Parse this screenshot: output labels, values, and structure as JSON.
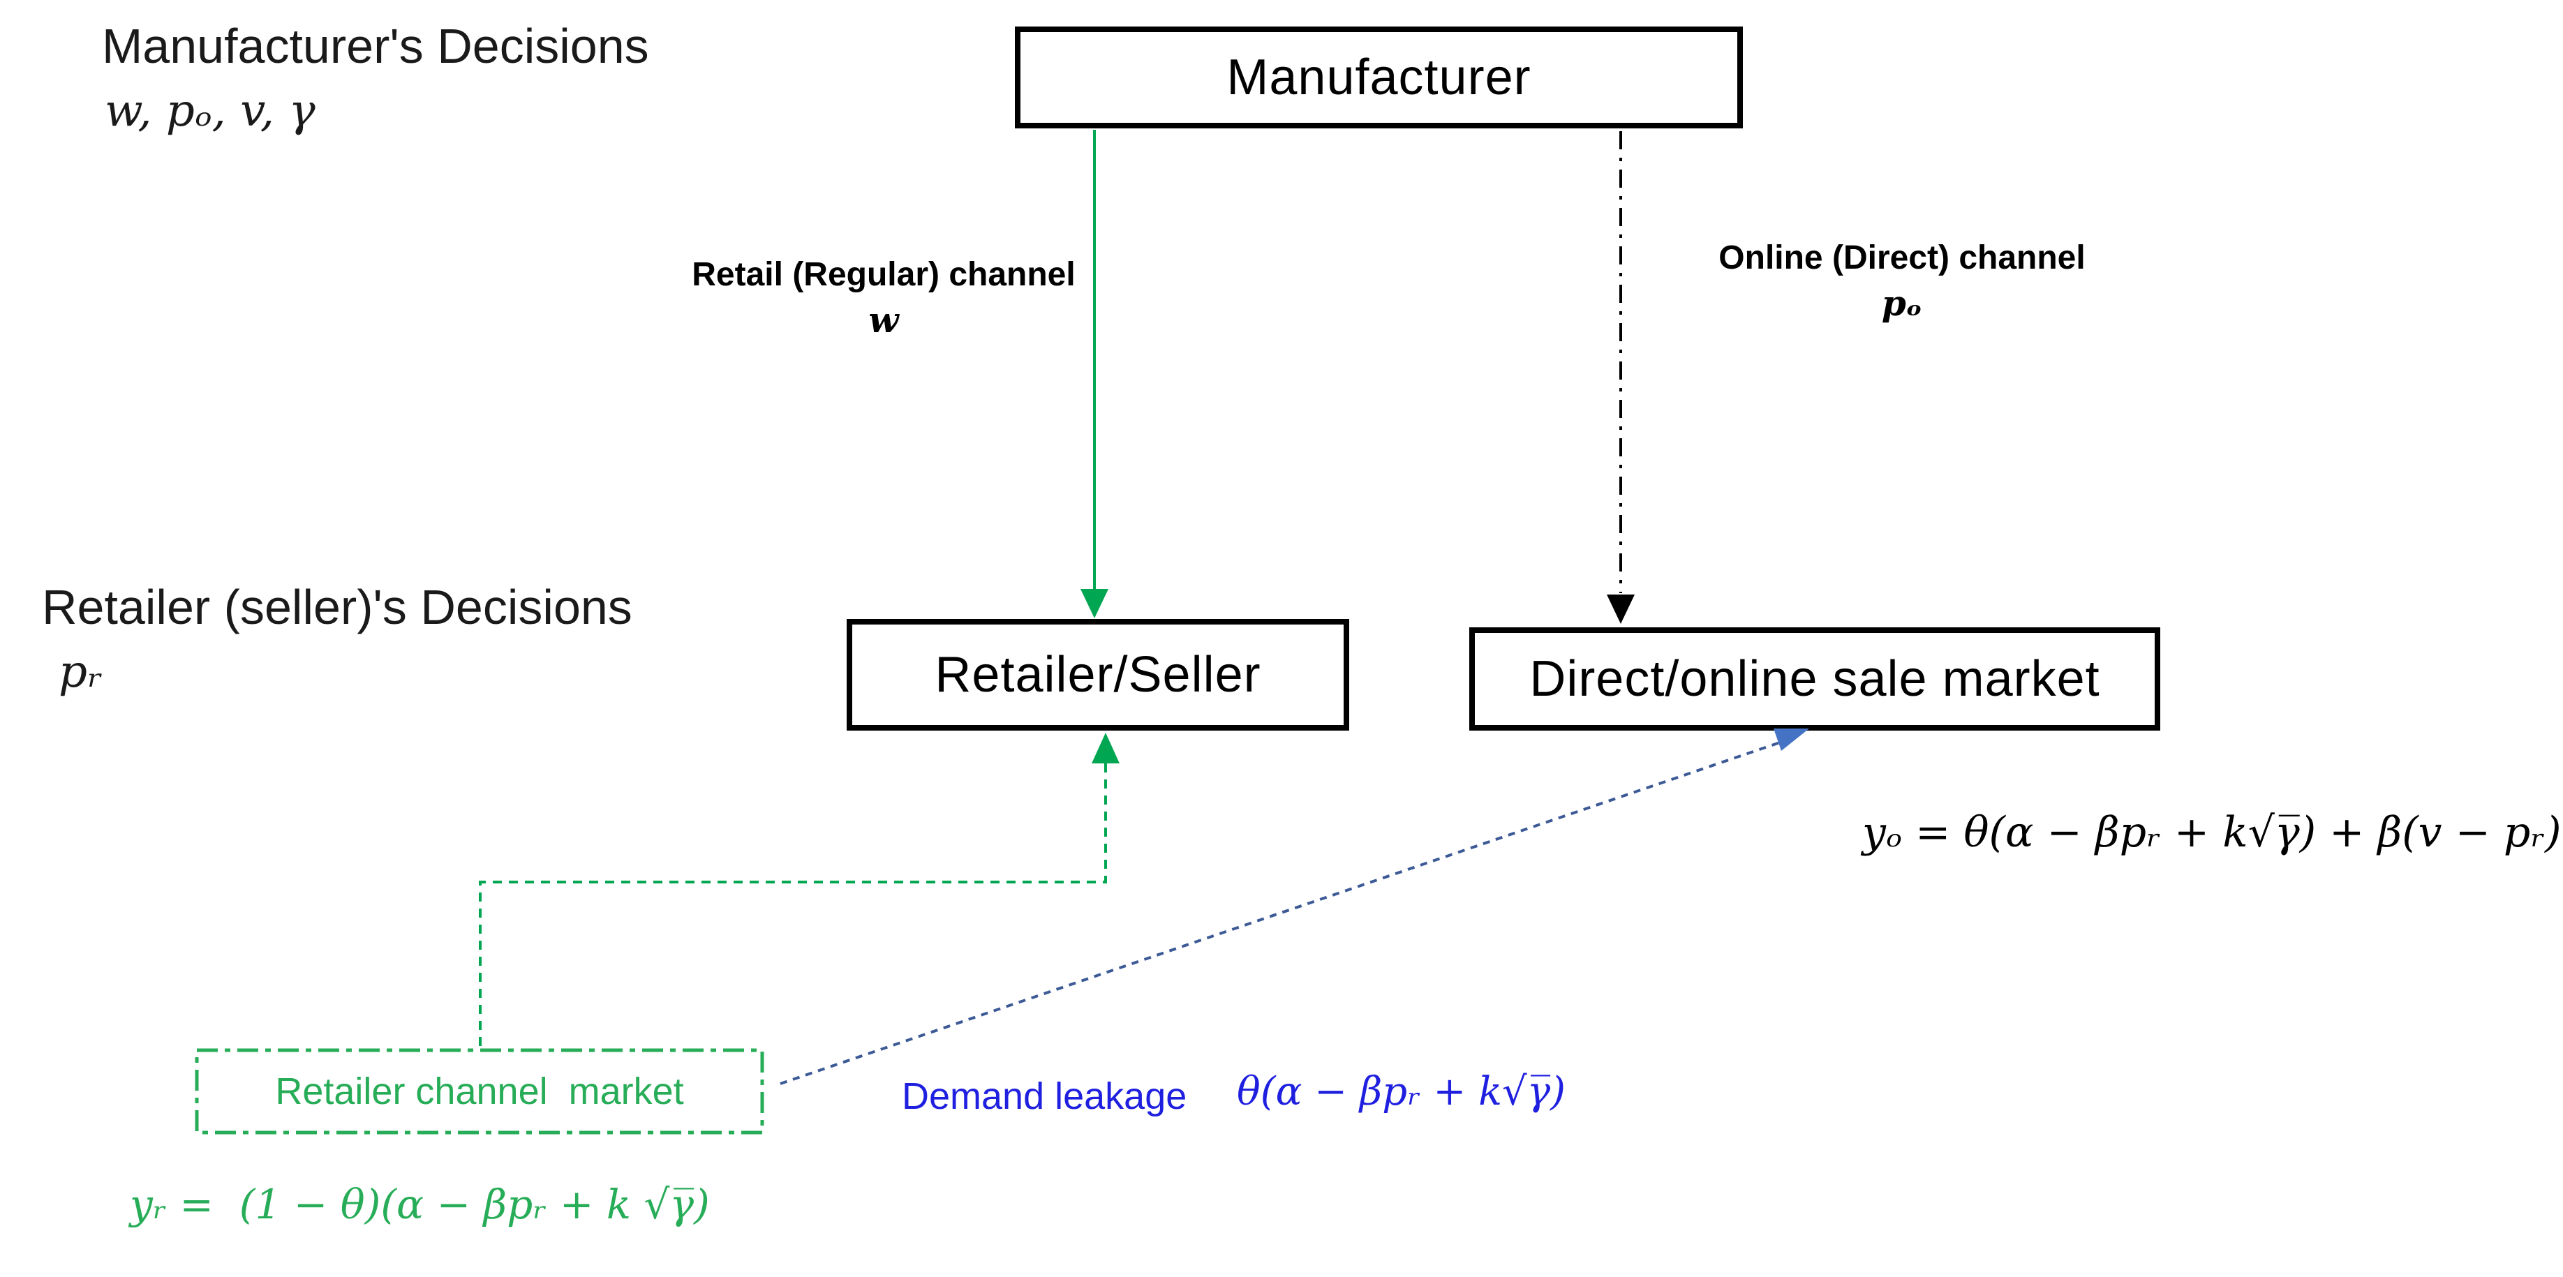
{
  "colors": {
    "green_line": "#00A651",
    "green_accent": "#27AC57",
    "blue_line": "#3C5A96",
    "blue_arrow": "#4472C4",
    "blue_text": "#1F1FE0",
    "black": "#000000"
  },
  "titles": {
    "manufacturer_decisions": "Manufacturer's Decisions",
    "manufacturer_vars": "w, pₒ, v, γ",
    "retailer_decisions": "Retailer (seller)'s Decisions",
    "retailer_vars": "pᵣ"
  },
  "nodes": {
    "manufacturer": "Manufacturer",
    "retailer_seller": "Retailer/Seller",
    "direct_market": "Direct/online sale market",
    "retailer_market": "Retailer channel  market"
  },
  "edges": {
    "retail_channel": {
      "label": "Retail (Regular) channel",
      "variable": "w"
    },
    "online_channel": {
      "label": "Online (Direct) channel",
      "variable": "pₒ"
    },
    "demand_leakage": {
      "label": "Demand leakage",
      "formula": "θ(α − βpᵣ + k√γ̅)"
    }
  },
  "formulas": {
    "online_demand": "yₒ = θ(α − βpᵣ + k√γ̅) + β(v − pᵣ)",
    "retail_demand": "yᵣ =  (1 − θ)(α − βpᵣ + k √γ̅)"
  }
}
